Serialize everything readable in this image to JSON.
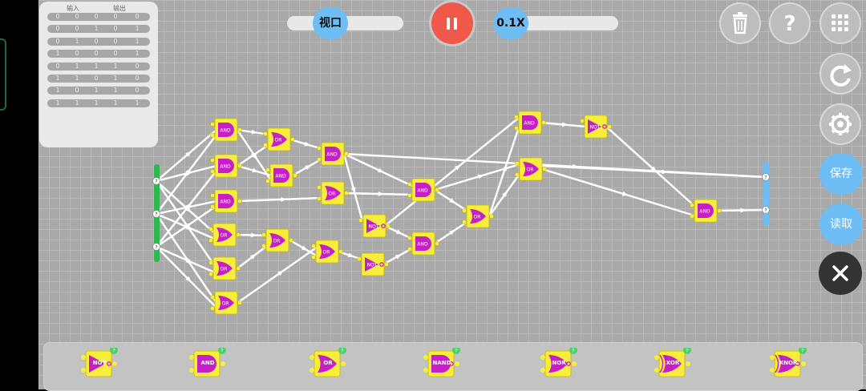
{
  "truth_table": {
    "input_header": "输入",
    "output_header": "输出",
    "rows": [
      [
        "0",
        "0",
        "0",
        "0",
        "0"
      ],
      [
        "0",
        "0",
        "1",
        "0",
        "1"
      ],
      [
        "0",
        "1",
        "0",
        "0",
        "1"
      ],
      [
        "1",
        "0",
        "0",
        "0",
        "1"
      ],
      [
        "0",
        "1",
        "1",
        "1",
        "0"
      ],
      [
        "1",
        "1",
        "0",
        "1",
        "0"
      ],
      [
        "1",
        "0",
        "1",
        "1",
        "0"
      ],
      [
        "1",
        "1",
        "1",
        "1",
        "1"
      ]
    ]
  },
  "controls": {
    "view_label": "视口",
    "speed_label": "0.1X",
    "save_label": "保存",
    "load_label": "读取"
  },
  "colors": {
    "gate_fill": "#f6ee3b",
    "gate_body": "#c81ec8",
    "wire": "#ffffff",
    "input_bar": "#2fb84f",
    "output_bar": "#6ebdf5",
    "accent_blue": "#6ebdf5",
    "pause_red": "#f0584a"
  },
  "circuit": {
    "inputs": [
      "?",
      "?",
      "?"
    ],
    "outputs": [
      "?",
      "?"
    ],
    "gates": [
      {
        "type": "AND",
        "label": "AND"
      },
      {
        "type": "AND",
        "label": "AND"
      },
      {
        "type": "AND",
        "label": "AND"
      },
      {
        "type": "OR",
        "label": "OR"
      },
      {
        "type": "OR",
        "label": "OR"
      },
      {
        "type": "OR",
        "label": "OR"
      },
      {
        "type": "OR",
        "label": "OR"
      },
      {
        "type": "AND",
        "label": "AND"
      },
      {
        "type": "OR",
        "label": "OR"
      },
      {
        "type": "AND",
        "label": "AND"
      },
      {
        "type": "OR",
        "label": "OR"
      },
      {
        "type": "OR",
        "label": "OR"
      },
      {
        "type": "NOT",
        "label": "NOT"
      },
      {
        "type": "NOT",
        "label": "NOT"
      },
      {
        "type": "AND",
        "label": "AND"
      },
      {
        "type": "AND",
        "label": "AND"
      },
      {
        "type": "OR",
        "label": "OR"
      },
      {
        "type": "AND",
        "label": "AND"
      },
      {
        "type": "OR",
        "label": "OR"
      },
      {
        "type": "NOT",
        "label": "NOT"
      },
      {
        "type": "AND",
        "label": "AND"
      }
    ]
  },
  "gate_tray": [
    {
      "type": "NOT",
      "label": "NOT"
    },
    {
      "type": "AND",
      "label": "AND"
    },
    {
      "type": "OR",
      "label": "OR"
    },
    {
      "type": "NAND",
      "label": "NAND"
    },
    {
      "type": "NOR",
      "label": "NOR"
    },
    {
      "type": "XOR",
      "label": "XOR"
    },
    {
      "type": "XNOR",
      "label": "XNOR"
    }
  ],
  "icons": {
    "trash": "trash-icon",
    "help": "question-icon",
    "menu": "grid-menu-icon",
    "reset": "reset-icon",
    "settings": "gear-icon",
    "close": "close-icon",
    "pause": "pause-icon"
  }
}
